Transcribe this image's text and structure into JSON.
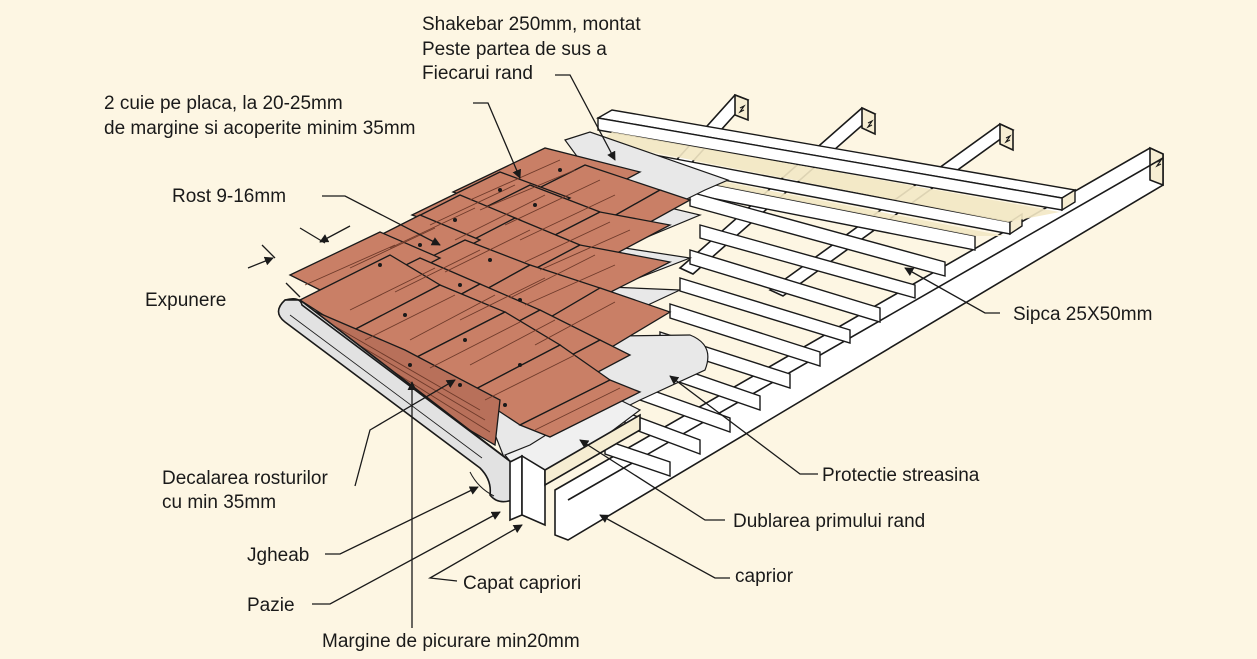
{
  "colors": {
    "background": "#fdf6e3",
    "shingle": "#c97f66",
    "shingle_dark": "#a85f48",
    "ink": "#1a1a1a",
    "membrane": "#e6e6e6",
    "wood": "#ffffff",
    "wood_shade": "#f6edd2"
  },
  "labels": {
    "shakebar": [
      "Shakebar 250mm, montat",
      "Peste partea de sus a",
      "Fiecarui rand"
    ],
    "cuie": [
      "2 cuie pe placa, la 20-25mm",
      "de margine si acoperite minim 35mm"
    ],
    "rost": "Rost 9-16mm",
    "expunere": "Expunere",
    "sipca": "Sipca 25X50mm",
    "decalarea": [
      "Decalarea rosturilor",
      "cu min 35mm"
    ],
    "jgheab": "Jgheab",
    "pazie": "Pazie",
    "capat": "Capat capriori",
    "margine": "Margine de picurare min20mm",
    "protectie": "Protectie streasina",
    "dublarea": "Dublarea primului rand",
    "caprior": "caprior"
  }
}
